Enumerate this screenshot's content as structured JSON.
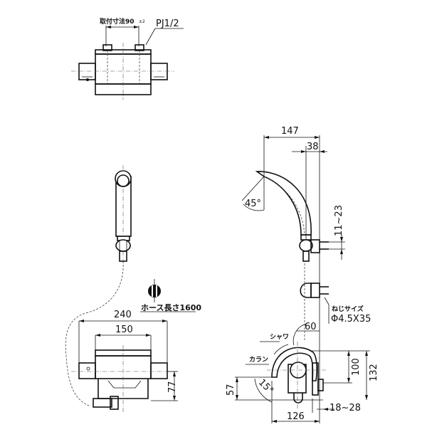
{
  "top_view": {
    "mount_dim_label": "取付寸法90",
    "mount_tol": "±2",
    "thread_label": "PJ1/2"
  },
  "hand_shower": {
    "hose_length_label": "ホース長さ1600"
  },
  "front_view": {
    "dim_overall_width": "240",
    "dim_body_width": "150",
    "dim_height": "77"
  },
  "side_view": {
    "dim_147": "147",
    "dim_38": "38",
    "dim_11_23": "11~23",
    "angle_45": "45°",
    "screw_label": "ねじサイズ",
    "screw_size": "Φ4.5X35",
    "dim_60": "60",
    "shower_label": "シャワ",
    "faucet_label": "カラン",
    "angle_15": "15°",
    "dim_57": "57",
    "dim_100": "100",
    "dim_132": "132",
    "dim_126": "126",
    "dim_18_28": "18~28"
  }
}
